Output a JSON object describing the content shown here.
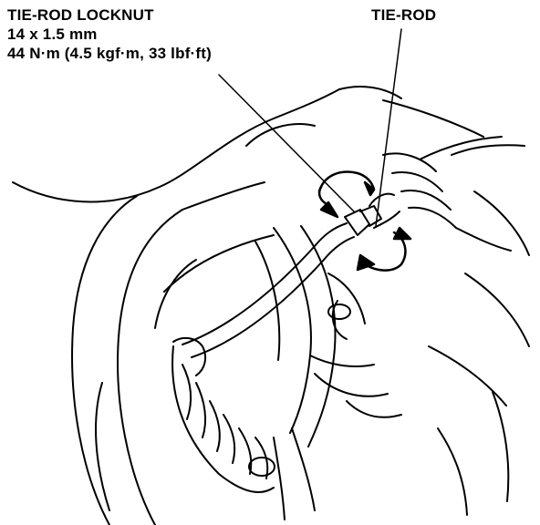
{
  "labels": {
    "locknut_title": "TIE-ROD LOCKNUT",
    "locknut_size": "14 x 1.5 mm",
    "locknut_torque": "44 N·m (4.5 kgf·m, 33 lbf·ft)",
    "tierod_title": "TIE-ROD"
  },
  "colors": {
    "ink": "#000000",
    "paper": "#ffffff"
  }
}
